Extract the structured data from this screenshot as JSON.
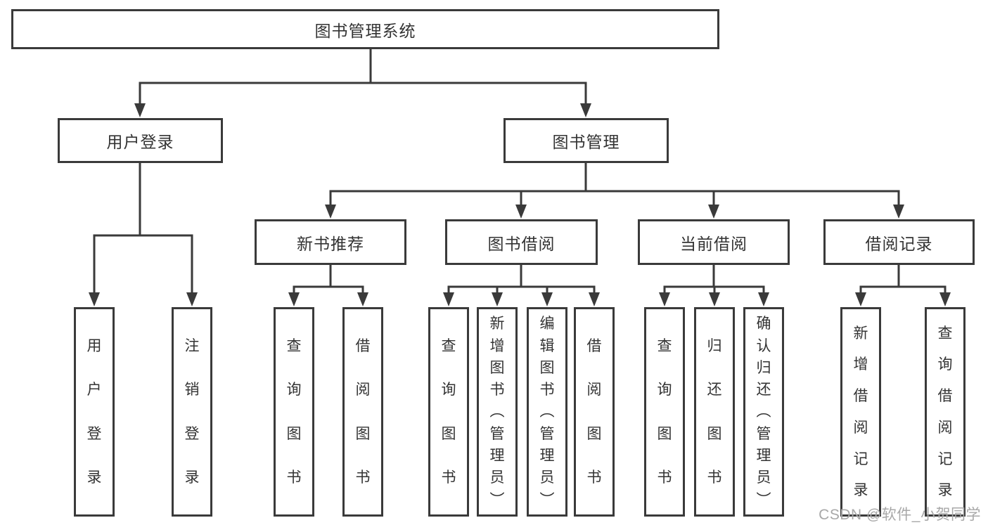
{
  "diagram": {
    "title": "图书管理系统",
    "colors": {
      "line": "#3a3a3a",
      "text": "#333333",
      "watermark": "#a8a8a8",
      "background": "#ffffff"
    },
    "nodes": {
      "root": "图书管理系统",
      "user_login": "用户登录",
      "book_mgmt": "图书管理",
      "new_book_rec": "新书推荐",
      "book_borrow": "图书借阅",
      "current_borrow": "当前借阅",
      "borrow_records": "借阅记录",
      "leaf_user_login": "用户登录",
      "leaf_logout": "注销登录",
      "leaf_nb_query": "查询图书",
      "leaf_nb_borrow": "借阅图书",
      "leaf_bb_query": "查询图书",
      "leaf_bb_add": "新增图书（管理员）",
      "leaf_bb_edit": "编辑图书（管理员）",
      "leaf_bb_borrow": "借阅图书",
      "leaf_cb_query": "查询图书",
      "leaf_cb_return": "归还图书",
      "leaf_cb_confirm": "确认归还（管理员）",
      "leaf_br_add": "新增借阅记录",
      "leaf_br_query": "查询借阅记录"
    },
    "watermark": "CSDN @软件_小贺同学"
  }
}
